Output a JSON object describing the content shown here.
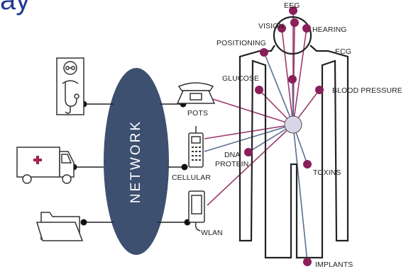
{
  "top_fragment": "ay",
  "network": {
    "label": "NETWORK"
  },
  "channels": [
    {
      "id": "pots",
      "label": "POTS",
      "icon": "telephone-icon"
    },
    {
      "id": "cellular",
      "label": "CELLULAR",
      "icon": "cellphone-icon"
    },
    {
      "id": "wlan",
      "label": "WLAN",
      "icon": "wlan-device-icon"
    }
  ],
  "endpoints": [
    {
      "id": "doctor",
      "icon": "doctor-icon"
    },
    {
      "id": "ambulance",
      "icon": "ambulance-icon"
    },
    {
      "id": "records",
      "icon": "folder-icon"
    }
  ],
  "sensors": [
    {
      "id": "eeg",
      "label": "EEG"
    },
    {
      "id": "vision",
      "label": "VISION"
    },
    {
      "id": "hearing",
      "label": "HEARING"
    },
    {
      "id": "positioning",
      "label": "POSITIONING"
    },
    {
      "id": "ecg",
      "label": "ECG"
    },
    {
      "id": "glucose",
      "label": "GLUCOSE"
    },
    {
      "id": "blood-pressure",
      "label": "BLOOD PRESSURE"
    },
    {
      "id": "dna-protein",
      "label": "DNA\nPROTEIN"
    },
    {
      "id": "toxins",
      "label": "TOXINS"
    },
    {
      "id": "implants",
      "label": "IMPLANTS"
    }
  ],
  "colors": {
    "sensor": "#8a1f5a",
    "hub": "#d8d6e6",
    "network": "#3d5070",
    "line": "#222222",
    "spoke_magenta": "#9c3a6d",
    "spoke_blue": "#5a6f92"
  }
}
